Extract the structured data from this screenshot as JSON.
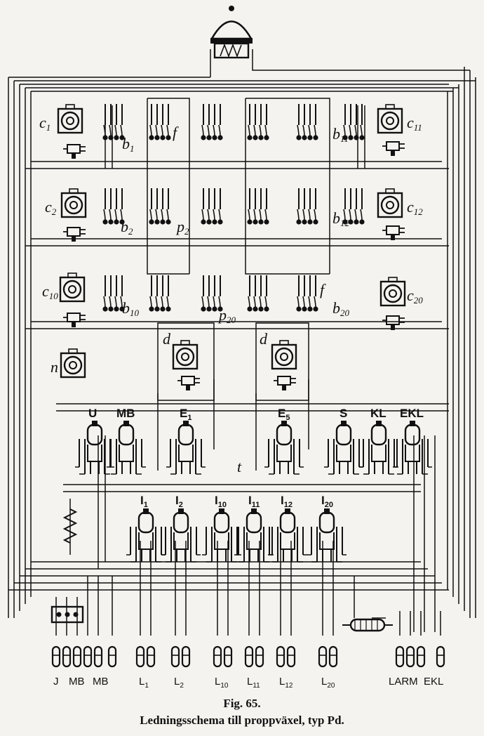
{
  "caption": {
    "number": "Fig. 65.",
    "title": "Ledningsschema till proppväxel, typ Pd."
  },
  "left_columns": [
    {
      "label": "c",
      "sub": "1",
      "b_label": "b",
      "b_sub": "1"
    },
    {
      "label": "c",
      "sub": "2",
      "b_label": "b",
      "b_sub": "2"
    },
    {
      "label": "c",
      "sub": "10",
      "b_label": "b",
      "b_sub": "10"
    }
  ],
  "right_columns": [
    {
      "label": "c",
      "sub": "11",
      "b_label": "b",
      "b_sub": "11"
    },
    {
      "label": "c",
      "sub": "12",
      "b_label": "b",
      "b_sub": "12"
    },
    {
      "label": "c",
      "sub": "20",
      "b_label": "b",
      "b_sub": "20"
    }
  ],
  "misc_labels": {
    "f_top": "f",
    "f_bottom": "f",
    "p2": "p",
    "p2_sub": "2",
    "p20": "p",
    "p20_sub": "20",
    "n": "n",
    "d_left": "d",
    "d_right": "d",
    "t": "t"
  },
  "top_jacks": [
    "U",
    "MB",
    "E",
    "E",
    "S",
    "KL",
    "EKL"
  ],
  "top_jack_subs": [
    "",
    "",
    "1",
    "5",
    "",
    "",
    ""
  ],
  "line_jacks": [
    {
      "main": "I",
      "sub": "1"
    },
    {
      "main": "I",
      "sub": "2"
    },
    {
      "main": "I",
      "sub": "10"
    },
    {
      "main": "I",
      "sub": "11"
    },
    {
      "main": "I",
      "sub": "12"
    },
    {
      "main": "I",
      "sub": "20"
    }
  ],
  "terminals": [
    {
      "main": "J",
      "sub": ""
    },
    {
      "main": "MB",
      "sub": ""
    },
    {
      "main": "MB",
      "sub": ""
    },
    {
      "main": "L",
      "sub": "1"
    },
    {
      "main": "L",
      "sub": "2"
    },
    {
      "main": "L",
      "sub": "10"
    },
    {
      "main": "L",
      "sub": "11"
    },
    {
      "main": "L",
      "sub": "12"
    },
    {
      "main": "L",
      "sub": "20"
    },
    {
      "main": "LARM",
      "sub": ""
    },
    {
      "main": "EKL",
      "sub": ""
    }
  ]
}
